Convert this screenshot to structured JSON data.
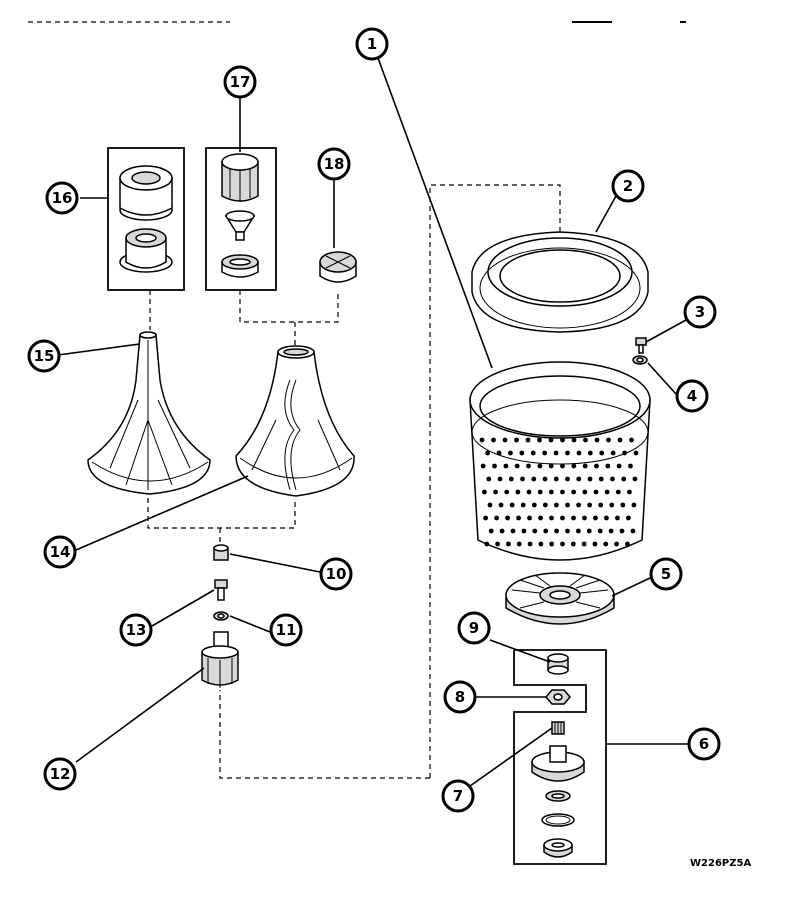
{
  "diagram": {
    "drawing_code": "W226PZ5A",
    "callouts": [
      {
        "id": "1",
        "label": "1"
      },
      {
        "id": "2",
        "label": "2"
      },
      {
        "id": "3",
        "label": "3"
      },
      {
        "id": "4",
        "label": "4"
      },
      {
        "id": "5",
        "label": "5"
      },
      {
        "id": "6",
        "label": "6"
      },
      {
        "id": "7",
        "label": "7"
      },
      {
        "id": "8",
        "label": "8"
      },
      {
        "id": "9",
        "label": "9"
      },
      {
        "id": "10",
        "label": "10"
      },
      {
        "id": "11",
        "label": "11"
      },
      {
        "id": "12",
        "label": "12"
      },
      {
        "id": "13",
        "label": "13"
      },
      {
        "id": "14",
        "label": "14"
      },
      {
        "id": "15",
        "label": "15"
      },
      {
        "id": "16",
        "label": "16"
      },
      {
        "id": "17",
        "label": "17"
      },
      {
        "id": "18",
        "label": "18"
      }
    ]
  },
  "colors": {
    "line": "#000000",
    "background": "#ffffff",
    "shade": "#d8d8d8"
  }
}
